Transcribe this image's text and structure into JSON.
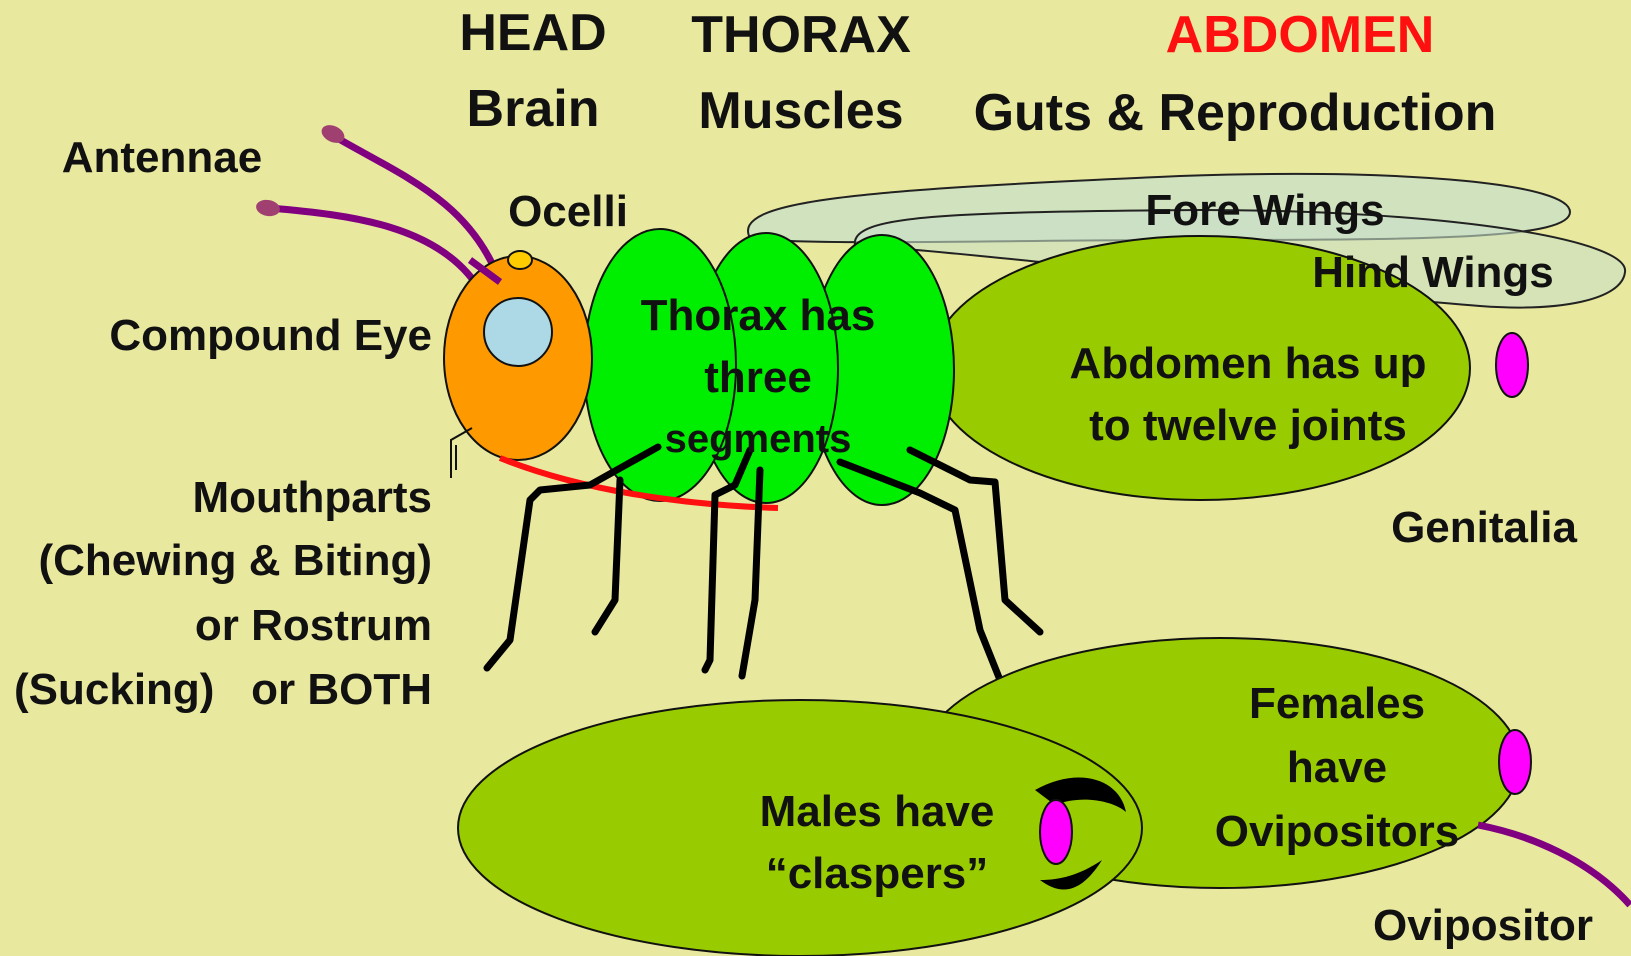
{
  "header": {
    "head": {
      "title": "HEAD",
      "subtitle": "Brain"
    },
    "thorax": {
      "title": "THORAX",
      "subtitle": "Muscles"
    },
    "abdomen": {
      "title": "ABDOMEN",
      "subtitle": "Guts & Reproduction"
    }
  },
  "labels": {
    "antennae": "Antennae",
    "ocelli": "Ocelli",
    "compound_eye": "Compound Eye",
    "fore_wings": "Fore Wings",
    "hind_wings": "Hind Wings",
    "genitalia": "Genitalia",
    "ovipositor": "Ovipositor",
    "mouthparts": [
      "Mouthparts",
      "(Chewing & Biting)",
      "or Rostrum",
      "(Sucking)   or BOTH"
    ]
  },
  "notes": {
    "thorax_segments": [
      "Thorax has",
      "three",
      "segments"
    ],
    "abdomen_joints": [
      "Abdomen has up",
      "to twelve joints"
    ],
    "males": [
      "Males have",
      "“claspers”"
    ],
    "females": [
      "Females",
      "have",
      "Ovipositors"
    ]
  },
  "colors": {
    "background": "#e8e89f",
    "abdomen_title": "#ff1010",
    "head": "#ff9900",
    "compound_eye": "#add8e6",
    "ocellus": "#ffcc00",
    "thorax": "#00ee00",
    "abdomen": "#99cc00",
    "genital_tip": "#ff00ff",
    "antenna": "#800080",
    "mouthparts_line": "#ff1010",
    "wing": "#c8e0c8",
    "legs": "#000000"
  }
}
